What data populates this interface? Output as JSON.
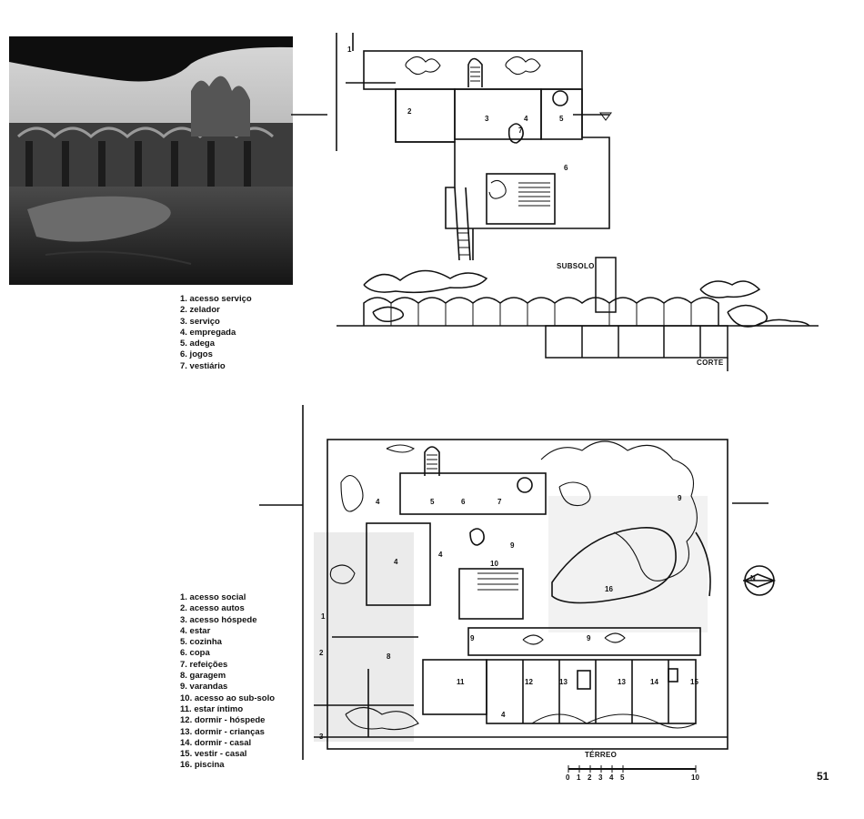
{
  "photo": {
    "kind": "photograph",
    "tone": "#2a2a2a"
  },
  "legend_subsolo": {
    "items": [
      "1. acesso serviço",
      "2. zelador",
      "3. serviço",
      "4. empregada",
      "5. adega",
      "6. jogos",
      "7. vestiário"
    ]
  },
  "legend_terreo": {
    "items": [
      "1. acesso social",
      "2. acesso autos",
      "3. acesso hóspede",
      "4. estar",
      "5. cozinha",
      "6. copa",
      "7. refeições",
      "8. garagem",
      "9. varandas",
      "10. acesso ao sub-solo",
      "11. estar íntimo",
      "12. dormir - hóspede",
      "13. dormir - crianças",
      "14. dormir - casal",
      "15. vestir - casal",
      "16. piscina"
    ]
  },
  "plan_subsolo": {
    "title": "SUBSOLO",
    "room_numbers": [
      "1",
      "2",
      "3",
      "4",
      "5",
      "6",
      "7"
    ]
  },
  "section": {
    "title": "CORTE"
  },
  "plan_terreo": {
    "title": "TÉRREO",
    "room_numbers": [
      "1",
      "2",
      "3",
      "4",
      "4",
      "4",
      "4",
      "5",
      "6",
      "7",
      "8",
      "9",
      "9",
      "9",
      "9",
      "10",
      "11",
      "12",
      "13",
      "13",
      "14",
      "15",
      "16"
    ],
    "north": "N"
  },
  "scale_bar": {
    "ticks": [
      "0",
      "1",
      "2",
      "3",
      "4",
      "5",
      "10"
    ]
  },
  "page_number": "51"
}
